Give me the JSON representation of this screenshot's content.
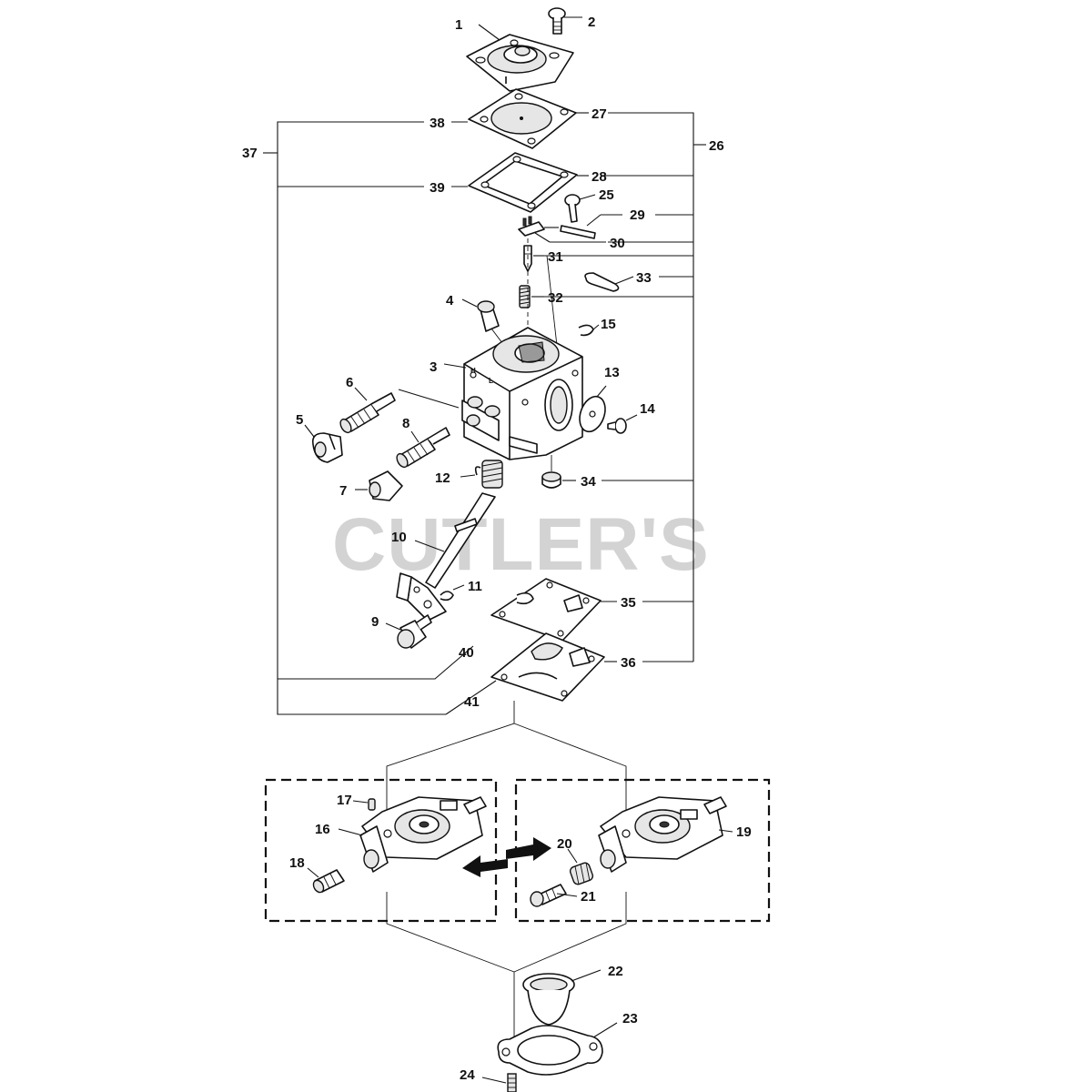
{
  "watermark": "CUTLER'S",
  "callouts": {
    "p1": "1",
    "p2": "2",
    "p3": "3",
    "p4": "4",
    "p5": "5",
    "p6": "6",
    "p7": "7",
    "p8": "8",
    "p9": "9",
    "p10": "10",
    "p11": "11",
    "p12": "12",
    "p13": "13",
    "p14": "14",
    "p15": "15",
    "p16": "16",
    "p17": "17",
    "p18": "18",
    "p19": "19",
    "p20": "20",
    "p21": "21",
    "p22": "22",
    "p23": "23",
    "p24": "24",
    "p25": "25",
    "p26": "26",
    "p27": "27",
    "p28": "28",
    "p29": "29",
    "p30": "30",
    "p31": "31",
    "p32": "32",
    "p33": "33",
    "p34": "34",
    "p35": "35",
    "p36": "36",
    "p37": "37",
    "p38": "38",
    "p39": "39",
    "p40": "40",
    "p41": "41"
  },
  "marks": {
    "h_mark": "H",
    "l_mark": "L"
  }
}
